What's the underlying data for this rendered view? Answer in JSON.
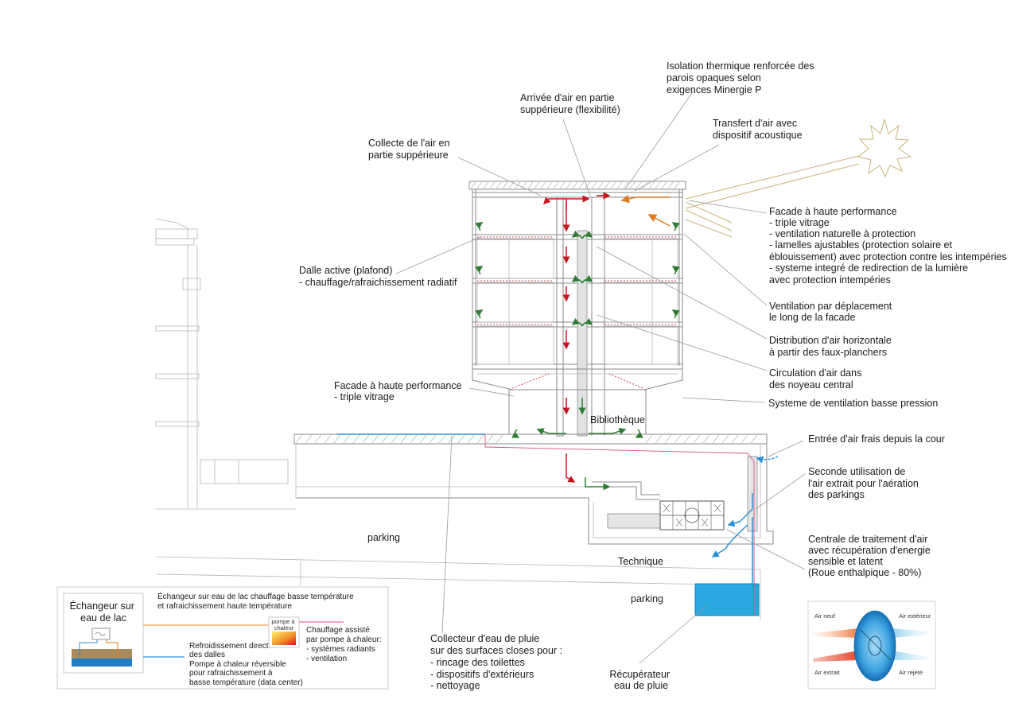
{
  "labels": {
    "isolation": [
      "Isolation thermique renforcée des",
      "parois opaques selon",
      "exigences Minergie P"
    ],
    "arrivee_air": [
      "Arrivée d'air en partie",
      "suppérieure (flexibilité)"
    ],
    "transfert_air": [
      "Transfert d'air avec",
      "dispositif acoustique"
    ],
    "collecte_air": [
      "Collecte de l'air en",
      "partie suppérieure"
    ],
    "facade_haute": [
      "Facade à haute performance",
      "- triple vitrage",
      "- ventilation naturelle à protection",
      "- lamelles ajustables (protection solaire et",
      "éblouissement) avec protection contre les intempéries",
      "- systeme integré de redirection de la lumière",
      "  avec protection intempéries"
    ],
    "dalle_active": [
      "Dalle active (plafond)",
      "- chauffage/rafraichissement radiatif"
    ],
    "ventilation_deplacement": [
      "Ventilation par déplacement",
      "le long de la facade"
    ],
    "distribution_air": [
      "Distribution d'air horizontale",
      "à partir des faux-planchers"
    ],
    "circulation_air": [
      "Circulation d'air dans",
      "des noyeau central"
    ],
    "facade_basse": [
      "Facade à haute performance",
      "- triple vitrage"
    ],
    "systeme_ventilation": [
      "Systeme de ventilation basse pression"
    ],
    "bibliotheque": "Bibliothèque",
    "entree_air": [
      "Entrée d'air frais depuis la cour"
    ],
    "seconde_utilisation": [
      "Seconde utilisation de",
      "l'air extrait pour l'aération",
      "des parkings"
    ],
    "centrale": [
      "Centrale de traitement d'air",
      "avec récupération d'energie",
      "sensible et latent",
      "(Roue enthalpique - 80%)"
    ],
    "parking_1": "parking",
    "technique": "Technique",
    "parking_2": "parking",
    "collecteur": [
      "Collecteur d'eau de pluie",
      "sur des surfaces closes pour :",
      "- rincage des toilettes",
      "- dispositifs d'extérieurs",
      "- nettoyage"
    ],
    "recuperateur": [
      "Récupérateur",
      "eau de pluie"
    ]
  },
  "legend": {
    "box_title": [
      "Échangeur sur",
      "eau de lac"
    ],
    "echangeur_text": [
      "Échangeur sur eau de lac chauffage basse température",
      "et rafraichissement haute température"
    ],
    "refroidissement_text": [
      "Refroidissement direct",
      "des dalles",
      "Pompe à chaleur réversible",
      "pour rafraichissement à",
      "basse température (data center)"
    ],
    "pompe_box": [
      "pompe à",
      "chaleur"
    ],
    "chauffage_text": [
      "Chauffage assisté",
      "par pompe à chaleur:",
      "- systèmes radiants",
      "- ventilation"
    ]
  },
  "wheel_legend": {
    "air_neuf": "Air neuf",
    "air_exterieur": "Air extérieur",
    "air_extrait": "Air extrait",
    "air_rejete": "Air rejeté"
  },
  "colors": {
    "leader": "#9a9a9a",
    "building": "#8a8a8a",
    "red_arrow": "#c8141e",
    "green_arrow": "#2e7d32",
    "blue_air": "#2a8fd6",
    "orange_arrow": "#e07a1f",
    "water": "#29a9e0",
    "sun": "#c9b27a",
    "pink_line": "#d04f7e",
    "orange_line": "#f0a050"
  }
}
